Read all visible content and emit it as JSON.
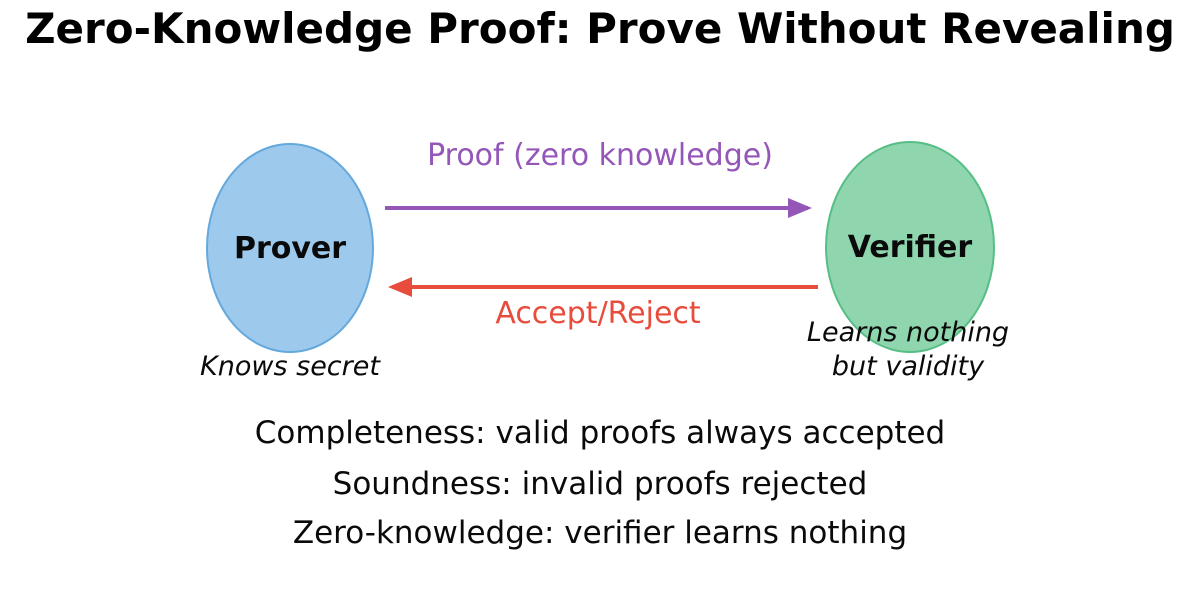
{
  "title": "Zero-Knowledge Proof: Prove Without Revealing",
  "diagram": {
    "prover": {
      "label": "Prover",
      "caption": "Knows secret",
      "fill": "#9dc9ec",
      "border": "#64a8dc"
    },
    "verifier": {
      "label": "Verifier",
      "caption_line1": "Learns nothing",
      "caption_line2": "but validity",
      "fill": "#8fd5ad",
      "border": "#57be85"
    },
    "arrows": {
      "proof": {
        "label": "Proof (zero knowledge)",
        "color": "#9457b8",
        "direction": "prover-to-verifier"
      },
      "accept": {
        "label": "Accept/Reject",
        "color": "#e74c3c",
        "direction": "verifier-to-prover"
      }
    }
  },
  "properties": [
    "Completeness: valid proofs always accepted",
    "Soundness: invalid proofs rejected",
    "Zero-knowledge: verifier learns nothing"
  ]
}
